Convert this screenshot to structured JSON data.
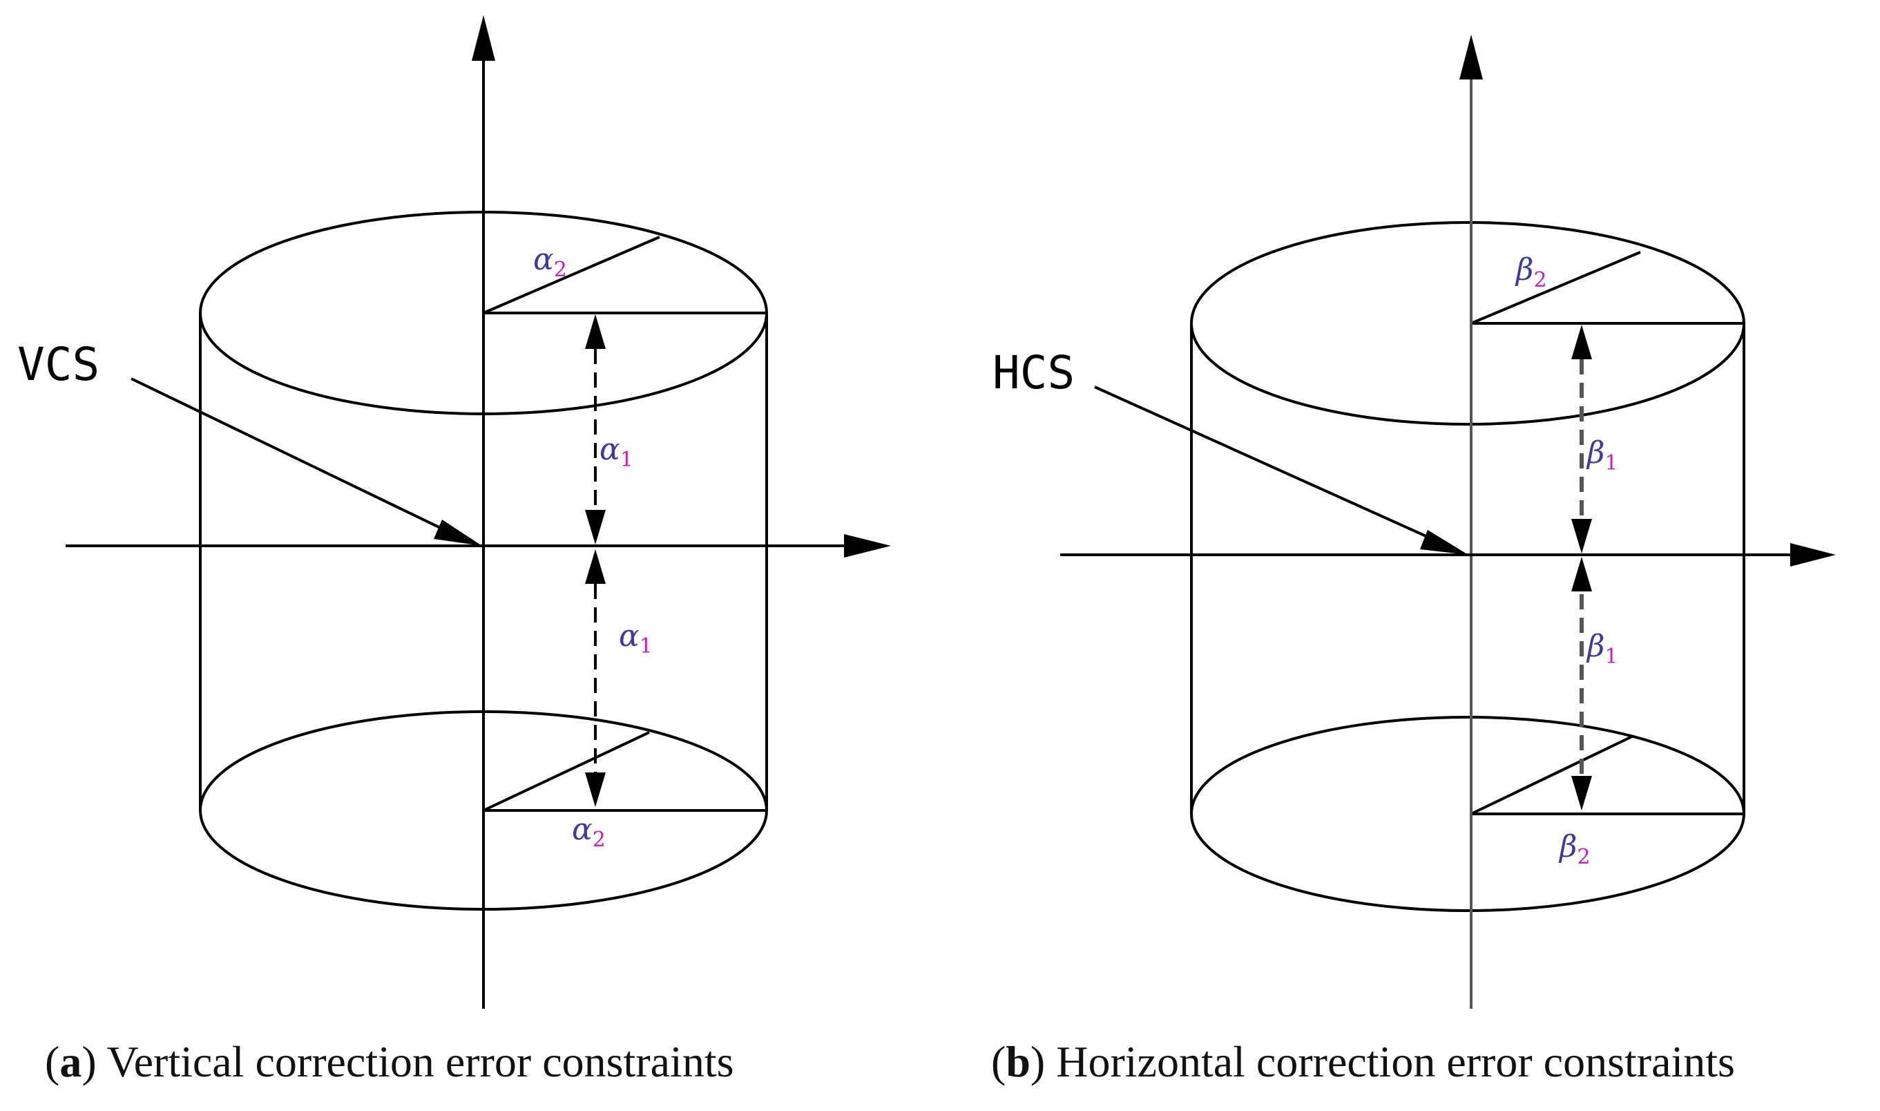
{
  "panels": [
    {
      "id": "a",
      "system_label": "VCS",
      "symbol": "α",
      "labels": {
        "top_chord": {
          "base": "α",
          "sub": "2"
        },
        "upper_gap": {
          "base": "α",
          "sub": "1"
        },
        "lower_gap": {
          "base": "α",
          "sub": "1"
        },
        "bottom_chord": {
          "base": "α",
          "sub": "2"
        }
      },
      "caption_letter": "a",
      "caption_text": "Vertical correction error constraints"
    },
    {
      "id": "b",
      "system_label": "HCS",
      "symbol": "β",
      "labels": {
        "top_chord": {
          "base": "β",
          "sub": "2"
        },
        "upper_gap": {
          "base": "β",
          "sub": "1"
        },
        "lower_gap": {
          "base": "β",
          "sub": "1"
        },
        "bottom_chord": {
          "base": "β",
          "sub": "2"
        }
      },
      "caption_letter": "b",
      "caption_text": "Horizontal correction error constraints"
    }
  ],
  "colors": {
    "line": "#000000",
    "axis_b": "#555555",
    "symbol": "#3b3b9a",
    "subscript": "#c21fc2",
    "caption": "#111111"
  }
}
